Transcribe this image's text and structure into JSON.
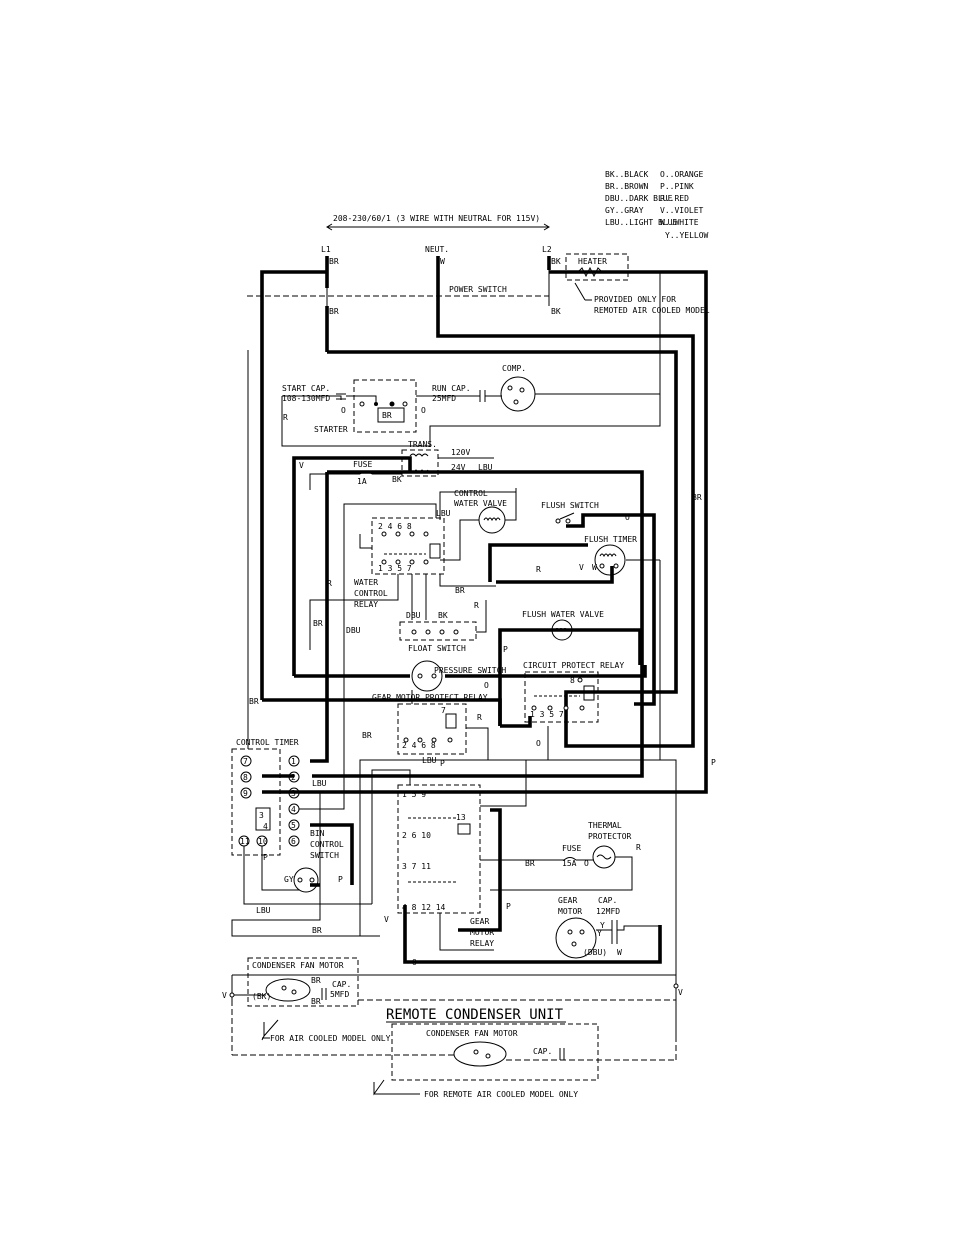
{
  "legend": [
    "BK..BLACK",
    "BR..BROWN",
    "DBU..DARK BLUE",
    "GY..GRAY",
    "LBU..LIGHT BLUE",
    "O..ORANGE",
    "P..PINK",
    "R..RED",
    "V..VIOLET",
    "W..WHITE",
    "Y..YELLOW"
  ],
  "power": {
    "supply": "208-230/60/1 (3 WIRE WITH NEUTRAL FOR 115V)",
    "l1": "L1",
    "neut": "NEUT.",
    "l2": "L2",
    "power_switch": "POWER SWITCH"
  },
  "heater": {
    "label": "HEATER",
    "note1": "PROVIDED ONLY FOR",
    "note2": "REMOTED AIR COOLED MODEL"
  },
  "compressor": {
    "comp": "COMP.",
    "start_cap": "START CAP.",
    "start_cap_val": "108-130MFD",
    "run_cap": "RUN CAP.",
    "run_cap_val": "25MFD",
    "starter": "STARTER"
  },
  "trans": {
    "label": "TRANS.",
    "v120": "120V",
    "v24": "24V"
  },
  "fuse1": {
    "label": "FUSE",
    "value": "1A"
  },
  "fuse2": {
    "label": "FUSE",
    "value": "15A"
  },
  "labels": {
    "control_water_valve_1": "CONTROL",
    "control_water_valve_2": "WATER VALVE",
    "flush_switch": "FLUSH SWITCH",
    "flush_timer": "FLUSH TIMER",
    "water_control_relay_1": "WATER",
    "water_control_relay_2": "CONTROL",
    "water_control_relay_3": "RELAY",
    "float_switch": "FLOAT SWITCH",
    "flush_water_valve": "FLUSH WATER VALVE",
    "pressure_switch": "PRESSURE  SWITCH",
    "circuit_protect_relay": "CIRCUIT PROTECT RELAY",
    "gear_motor_protect_relay": "GEAR MOTOR PROTECT RELAY",
    "control_timer": "CONTROL TIMER",
    "bin_control_1": "BIN",
    "bin_control_2": "CONTROL",
    "bin_control_3": "SWITCH",
    "thermal_protector_1": "THERMAL",
    "thermal_protector_2": "PROTECTOR",
    "gear_motor_1": "GEAR",
    "gear_motor_2": "MOTOR",
    "gear_cap_1": "CAP.",
    "gear_cap_2": "12MFD",
    "gear_motor_relay_1": "GEAR",
    "gear_motor_relay_2": "MOTOR",
    "gear_motor_relay_3": "RELAY",
    "condenser_fan_motor": "CONDENSER FAN MOTOR",
    "fan_cap_1": "CAP.",
    "fan_cap_2": "5MFD",
    "air_cooled_note": "FOR AIR COOLED MODEL ONLY",
    "remote_condenser_unit": "REMOTE CONDENSER UNIT",
    "remote_fan_motor": "CONDENSER FAN MOTOR",
    "remote_cap": "CAP.",
    "remote_note": "FOR REMOTE AIR COOLED MODEL ONLY"
  },
  "wire_labels": {
    "br": "BR",
    "bk": "BK",
    "w": "W",
    "r": "R",
    "v": "V",
    "o": "O",
    "p": "P",
    "lbu": "LBU",
    "dbu": "DBU",
    "gy": "GY",
    "y": "Y",
    "bk_paren": "(BK)",
    "dbu_paren": "(DBU)"
  }
}
